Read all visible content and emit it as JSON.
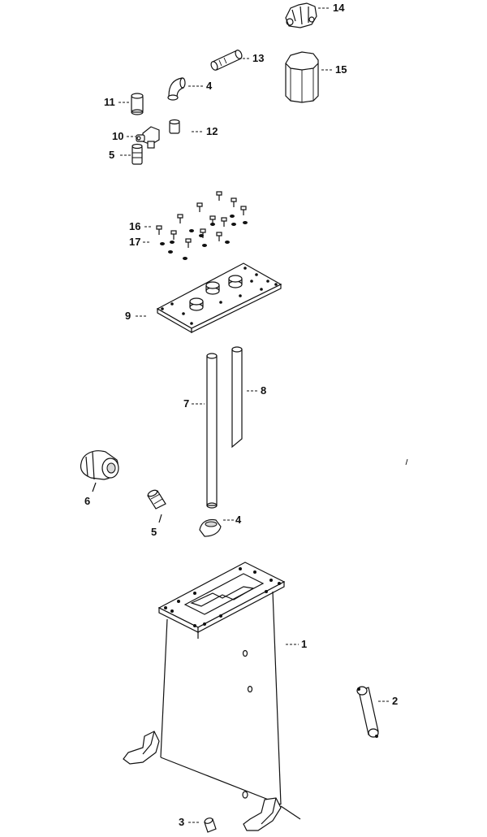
{
  "callouts": {
    "c1": "1",
    "c2": "2",
    "c3": "3",
    "c4a": "4",
    "c4b": "4",
    "c5a": "5",
    "c5b": "5",
    "c6": "6",
    "c7": "7",
    "c8": "8",
    "c9": "9",
    "c10": "10",
    "c11": "11",
    "c12": "12",
    "c13": "13",
    "c14": "14",
    "c15": "15",
    "c16": "16",
    "c17": "17"
  },
  "colors": {
    "line": "#111111",
    "background": "#ffffff"
  }
}
